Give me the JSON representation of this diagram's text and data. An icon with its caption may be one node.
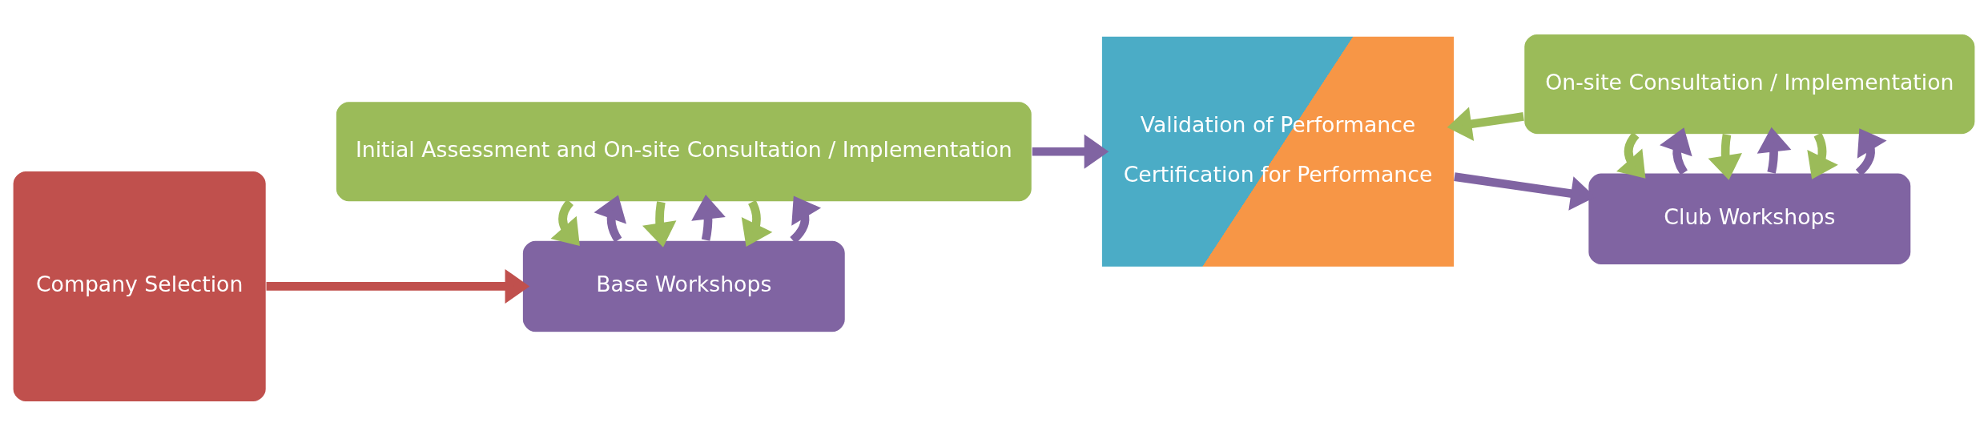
{
  "diagram": {
    "nodes": [
      {
        "text": [
          "Company Selection"
        ]
      },
      {
        "text": [
          "Base Workshops"
        ]
      },
      {
        "text": [
          "Initial Assessment and On-site Consultation / Implementation"
        ]
      },
      {
        "text": [
          "Validation of Performance",
          "Certification for Performance"
        ]
      },
      {
        "text": [
          "Club Workshops"
        ]
      },
      {
        "text": [
          "On-site Consultation / Implementation"
        ]
      }
    ],
    "edges": [
      {
        "from": 0,
        "to": 1,
        "arrow": "to",
        "color": "#c0504d"
      },
      {
        "from": 1,
        "to": 2,
        "arrow": "to"
      },
      {
        "from": 2,
        "to": 1,
        "arrow": "to",
        "color": "#9bbb59"
      },
      {
        "from": 1,
        "to": 2,
        "arrow": "to"
      },
      {
        "from": 2,
        "to": 1,
        "arrow": "to",
        "color": "#9bbb59"
      },
      {
        "from": 1,
        "to": 2,
        "arrow": "to"
      },
      {
        "from": 2,
        "to": 1,
        "arrow": "to",
        "color": "#9bbb59"
      },
      {
        "from": 2,
        "to": 3,
        "arrow": "to"
      },
      {
        "from": 3,
        "to": 4,
        "arrow": "to"
      },
      {
        "from": 5,
        "to": 3,
        "arrow": "to",
        "color": "#9bbb59"
      },
      {
        "from": 4,
        "to": 5,
        "arrow": "to"
      },
      {
        "from": 5,
        "to": 4,
        "arrow": "to",
        "color": "#9bbb59"
      },
      {
        "from": 4,
        "to": 5,
        "arrow": "to"
      },
      {
        "from": 5,
        "to": 4,
        "arrow": "to",
        "color": "#9bbb59"
      },
      {
        "from": 4,
        "to": 5,
        "arrow": "to"
      },
      {
        "from": 5,
        "to": 4,
        "arrow": "to",
        "color": "#9bbb59"
      }
    ]
  }
}
